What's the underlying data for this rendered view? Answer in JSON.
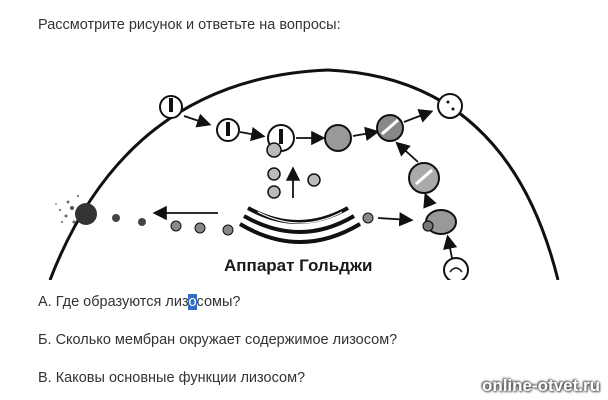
{
  "intro": "Рассмотрите рисунок и ответьте на вопросы:",
  "diagram": {
    "golgi_label": "Аппарат Гольджи"
  },
  "questions": {
    "q1_before": "А. Где образуются лиз",
    "q1_selected": "о",
    "q1_after": "сомы?",
    "q2": "Б. Сколько мембран окружает содержимое лизосом?",
    "q3": "В. Каковы основные функции лизосом?"
  },
  "watermark": "online-otvet.ru",
  "colors": {
    "text": "#333333",
    "selection": "#2f6fc6",
    "ink": "#1a1a1a"
  }
}
